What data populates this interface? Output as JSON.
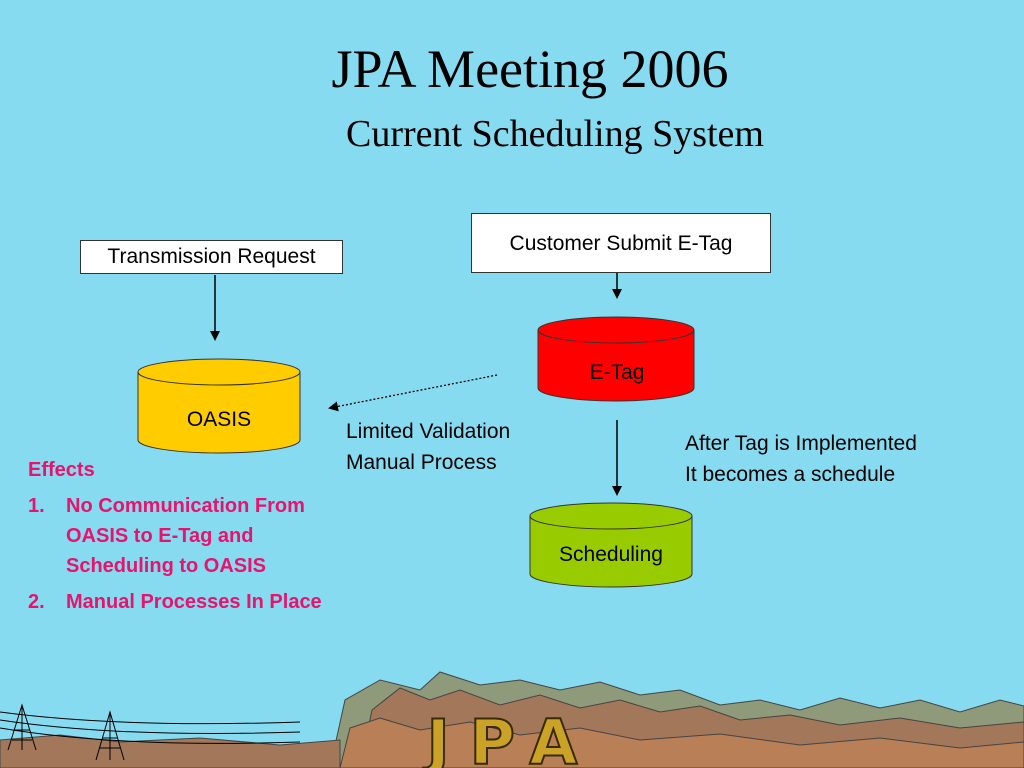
{
  "slide": {
    "title": "JPA Meeting 2006",
    "subtitle": "Current Scheduling System",
    "background_color": "#87dbf0"
  },
  "nodes": {
    "transmission_request": "Transmission Request",
    "customer_submit": "Customer Submit E-Tag",
    "oasis": {
      "label": "OASIS",
      "color": "#ffcc00"
    },
    "etag": {
      "label": "E-Tag",
      "color": "#ff0000"
    },
    "scheduling": {
      "label": "Scheduling",
      "color": "#99cc00"
    }
  },
  "annotations": {
    "validation_line1": "Limited Validation",
    "validation_line2": "Manual Process",
    "implemented_line1": "After Tag is Implemented",
    "implemented_line2": "It becomes a schedule"
  },
  "effects": {
    "heading": "Effects",
    "items": [
      {
        "number": "1.",
        "text": "No Communication From OASIS to E-Tag and Scheduling to OASIS"
      },
      {
        "number": "2.",
        "text": "Manual Processes In Place"
      }
    ],
    "color": "#e8136d"
  },
  "logo": {
    "text": "JPA"
  }
}
